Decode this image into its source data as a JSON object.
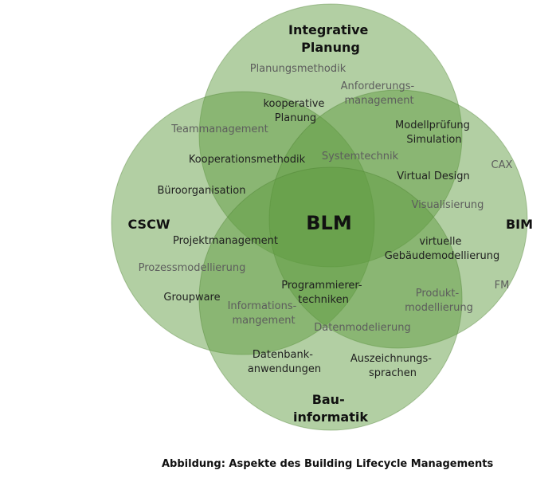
{
  "diagram": {
    "center_label": "BLM",
    "circle_color": "#5f9b3e",
    "areas": {
      "top": [
        "Integrative",
        "Planung"
      ],
      "left": [
        "CSCW"
      ],
      "right": [
        "BIM"
      ],
      "bottom": [
        "Bau-",
        "informatik"
      ]
    },
    "topics": {
      "planungsmethodik": [
        "Planungsmethodik"
      ],
      "anforderungsmanagement": [
        "Anforderungs-",
        "management"
      ],
      "kooperative_planung": [
        "kooperative",
        "Planung"
      ],
      "teammanagement": [
        "Teammanagement"
      ],
      "modellpruefung": [
        "Modellprüfung",
        "Simulation"
      ],
      "kooperationsmethodik": [
        "Kooperationsmethodik"
      ],
      "systemtechnik": [
        "Systemtechnik"
      ],
      "cax": [
        "CAX"
      ],
      "virtual_design": [
        "Virtual Design"
      ],
      "bueroorganisation": [
        "Büroorganisation"
      ],
      "visualisierung": [
        "Visualisierung"
      ],
      "projektmanagement": [
        "Projektmanagement"
      ],
      "gebaeudemodellierung": [
        "virtuelle",
        "Gebäudemodellierung"
      ],
      "prozessmodellierung": [
        "Prozessmodellierung"
      ],
      "programmierertechniken": [
        "Programmierer-",
        "techniken"
      ],
      "fm": [
        "FM"
      ],
      "produktmodellierung": [
        "Produkt-",
        "modellierung"
      ],
      "groupware": [
        "Groupware"
      ],
      "informationsmanagement": [
        "Informations-",
        "mangement"
      ],
      "datenmodellierung": [
        "Datenmodelierung"
      ],
      "datenbankanwendungen": [
        "Datenbank-",
        "anwendungen"
      ],
      "auszeichnungssprachen": [
        "Auszeichnungs-",
        "sprachen"
      ]
    }
  },
  "caption": "Abbildung: Aspekte des Building Lifecycle Managements"
}
